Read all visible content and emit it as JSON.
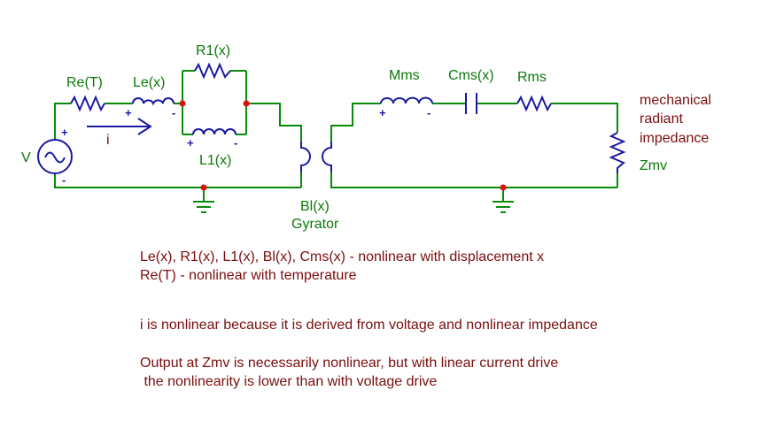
{
  "colors": {
    "wire": "#0a8a0a",
    "component": "#1a1aa0",
    "label_green": "#0a7a0a",
    "label_dark_red": "#7a0e0e",
    "node": "#e01010",
    "ground": "#0a8a0a",
    "text_blue": "#1a1aa0"
  },
  "labels": {
    "re": "Re(T)",
    "le": "Le(x)",
    "r1": "R1(x)",
    "l1": "L1(x)",
    "source": "V",
    "current": "i",
    "bl": "Bl(x)",
    "gyrator": "Gyrator",
    "mms": "Mms",
    "cms": "Cms(x)",
    "rms": "Rms",
    "mech_line1": "mechanical",
    "mech_line2": "radiant",
    "mech_line3": "impedance",
    "zmv": "Zmv"
  },
  "polarity": {
    "plus": "+",
    "minus": "-"
  },
  "notes": {
    "line1": "Le(x), R1(x), L1(x), Bl(x), Cms(x) - nonlinear with displacement x",
    "line2": "Re(T) - nonlinear with temperature",
    "line3": "i is nonlinear because it is derived from voltage and nonlinear impedance",
    "line4": "Output at Zmv is necessarily nonlinear, but with linear current drive",
    "line5": " the nonlinearity is lower than with voltage drive"
  }
}
